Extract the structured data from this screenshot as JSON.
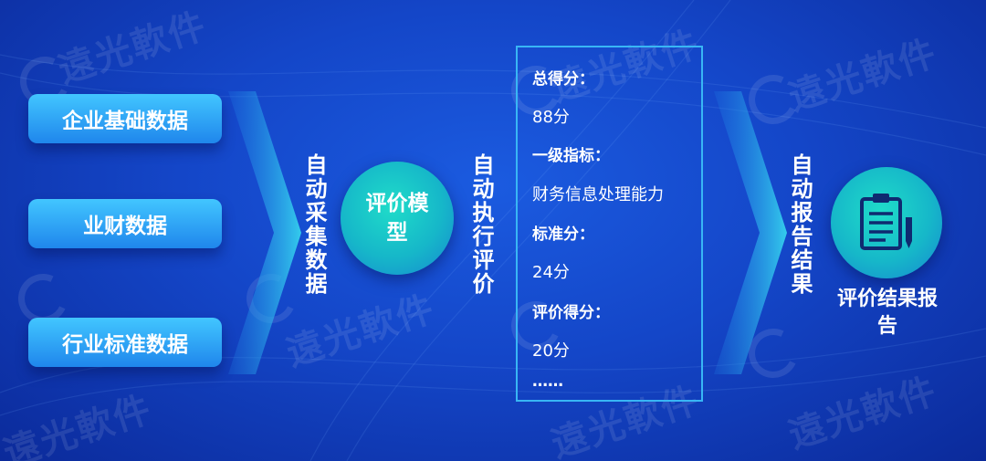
{
  "inputs": [
    "企业基础数据",
    "业财数据",
    "行业标准数据"
  ],
  "steps": {
    "collect": "自动采集数据",
    "execute": "自动执行评价",
    "report": "自动报告结果"
  },
  "model": "评价模型",
  "result": {
    "total_label": "总得分：",
    "total_value": "88分",
    "level1_label": "一级指标：",
    "level1_value": "财务信息处理能力",
    "standard_label": "标准分：",
    "standard_value": "24分",
    "score_label": "评价得分：",
    "score_value": "20分",
    "ellipsis": "……"
  },
  "report_label": "评价结果报告",
  "watermark": "遠光軟件",
  "colors": {
    "background": "#1446c8",
    "pill": "#2aa3f5",
    "circle": "#18c5c8",
    "box_border": "#38b6f5"
  },
  "icons": [
    "clipboard-report-icon",
    "pencil-icon"
  ]
}
